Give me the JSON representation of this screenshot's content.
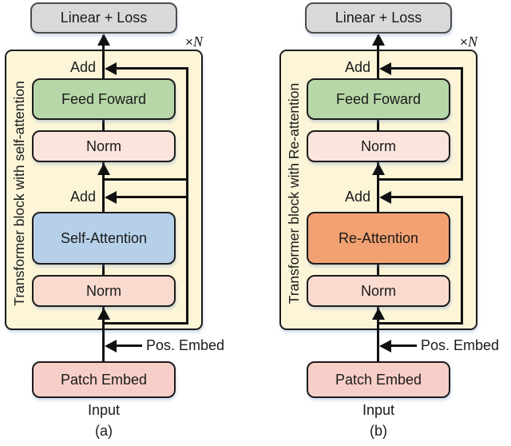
{
  "figure": {
    "type": "diagram",
    "colors": {
      "block_bg": "#fcf5d8",
      "linear_loss_bg": "#d9d9d9",
      "feed_forward_bg": "#b7d7a8",
      "norm_upper_bg": "#fbe4dc",
      "norm_lower_bg": "#f9dacf",
      "self_attention_bg": "#b6d0ea",
      "re_attention_bg": "#f2a172",
      "patch_embed_bg": "#f8cfc8",
      "line_color": "#111111"
    }
  },
  "diagrams": [
    {
      "caption": "(a)",
      "linear_loss_label": "Linear + Loss",
      "repeat_times_symbol": "×",
      "repeat_n": "N",
      "block_label": "Transformer block with self-attention",
      "add_label": "Add",
      "feed_forward_label": "Feed Foward",
      "norm_label": "Norm",
      "attention_label": "Self-Attention",
      "pos_embed_label": "Pos. Embed",
      "patch_embed_label": "Patch Embed",
      "input_label": "Input"
    },
    {
      "caption": "(b)",
      "linear_loss_label": "Linear + Loss",
      "repeat_times_symbol": "×",
      "repeat_n": "N",
      "block_label": "Transformer block with Re-attention",
      "add_label": "Add",
      "feed_forward_label": "Feed Foward",
      "norm_label": "Norm",
      "attention_label": "Re-Attention",
      "pos_embed_label": "Pos. Embed",
      "patch_embed_label": "Patch Embed",
      "input_label": "Input"
    }
  ]
}
